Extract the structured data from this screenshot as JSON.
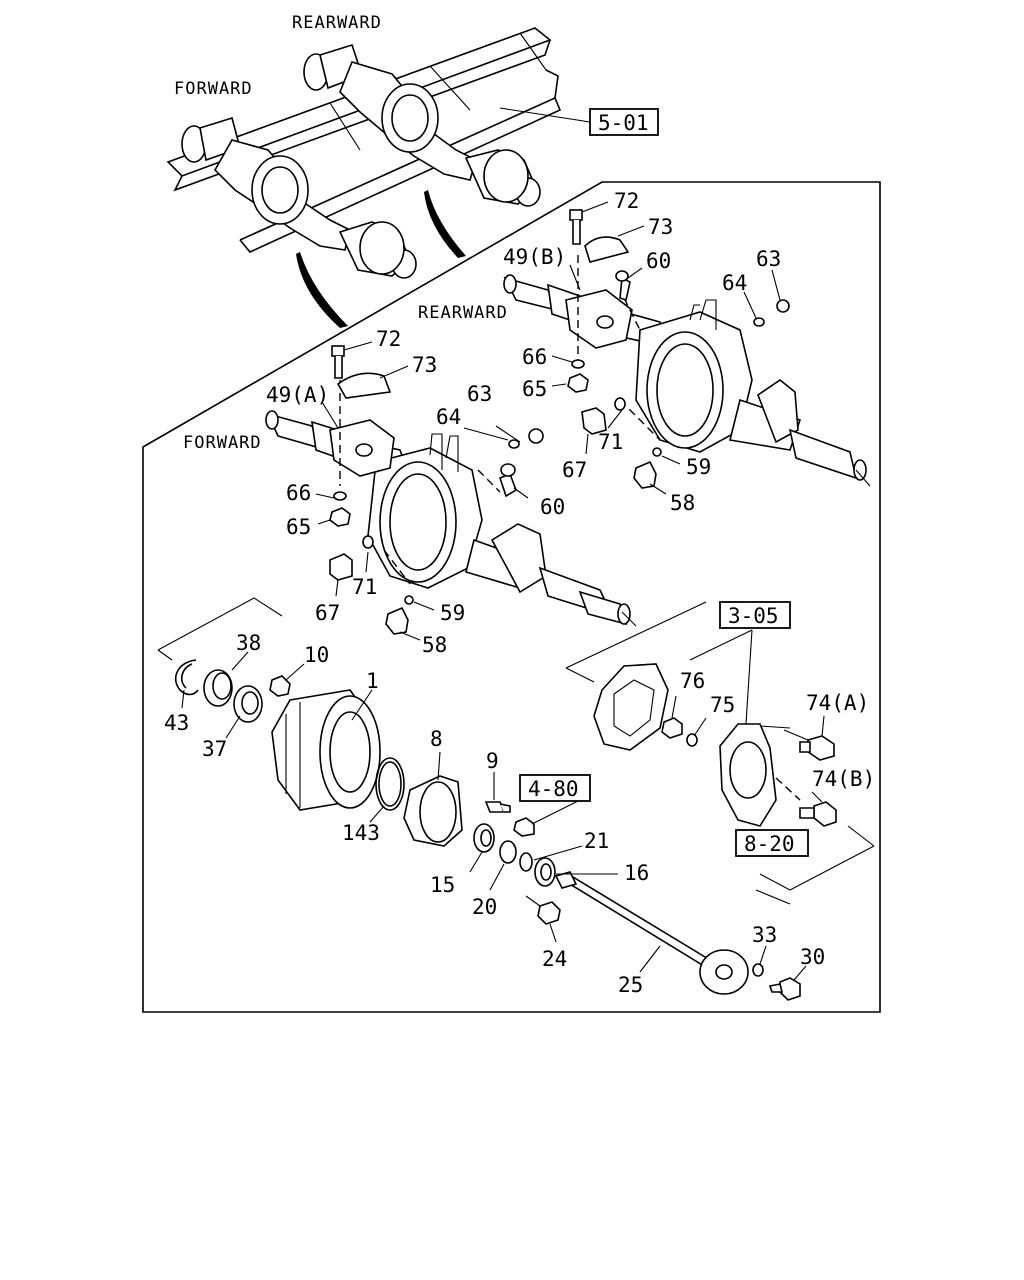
{
  "direction_labels": {
    "top_rearward": "REARWARD",
    "top_forward": "FORWARD",
    "mid_rearward": "REARWARD",
    "mid_forward": "FORWARD"
  },
  "reference_boxes": {
    "ref_5_01": "5-01",
    "ref_3_05": "3-05",
    "ref_4_80": "4-80",
    "ref_8_20": "8-20"
  },
  "callouts": {
    "n72_rear": "72",
    "n73_rear": "73",
    "n49b": "49(B)",
    "n60_rear": "60",
    "n63_rear": "63",
    "n64_rear": "64",
    "n66_rear": "66",
    "n65_rear": "65",
    "n67_rear": "67",
    "n71_rear": "71",
    "n59_rear": "59",
    "n58_rear": "58",
    "n72_front": "72",
    "n73_front": "73",
    "n49a": "49(A)",
    "n63_front": "63",
    "n64_front": "64",
    "n60_front": "60",
    "n66_front": "66",
    "n65_front": "65",
    "n67_front": "67",
    "n71_front": "71",
    "n59_front": "59",
    "n58_front": "58",
    "n38": "38",
    "n10": "10",
    "n1": "1",
    "n43": "43",
    "n37": "37",
    "n143": "143",
    "n8": "8",
    "n9": "9",
    "n15": "15",
    "n20": "20",
    "n21": "21",
    "n16": "16",
    "n24": "24",
    "n25": "25",
    "n33": "33",
    "n30": "30",
    "n76": "76",
    "n75": "75",
    "n74a": "74(A)",
    "n74b": "74(B)"
  }
}
